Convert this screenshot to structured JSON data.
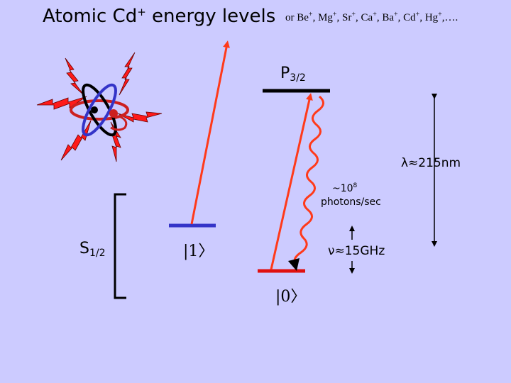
{
  "title": {
    "main": "Atomic Cd",
    "sup": "+",
    "rest": " energy levels"
  },
  "subtitle": {
    "parts": [
      {
        "base": "or Be",
        "sup": "+"
      },
      {
        "base": ", Mg",
        "sup": "+"
      },
      {
        "base": ", Sr",
        "sup": "+"
      },
      {
        "base": ", Ca",
        "sup": "+"
      },
      {
        "base": ", Ba",
        "sup": "+"
      },
      {
        "base": ", Cd",
        "sup": "+"
      },
      {
        "base": ", Hg",
        "sup": "+"
      },
      {
        "base": ",….",
        "sup": ""
      }
    ]
  },
  "levels": {
    "excited": {
      "base": "P",
      "sub": "3/2"
    },
    "ground": {
      "base": "S",
      "sub": "1/2"
    },
    "ket1": "|1〉",
    "ket0": "|0〉"
  },
  "annotations": {
    "wavelength": "λ≈215nm",
    "splitting": "ν≈15GHz",
    "photon_rate_prefix": "~10",
    "photon_rate_exp": "8",
    "photon_rate_unit": "photons/sec"
  },
  "colors": {
    "background": "#cccbff",
    "laser": "#ff3a1a",
    "state0": "#e01010",
    "state1": "#3434c8",
    "level": "#000000",
    "lightning": "#ff1a1a"
  },
  "icons": [
    "atom-icon",
    "lightning-icon"
  ]
}
